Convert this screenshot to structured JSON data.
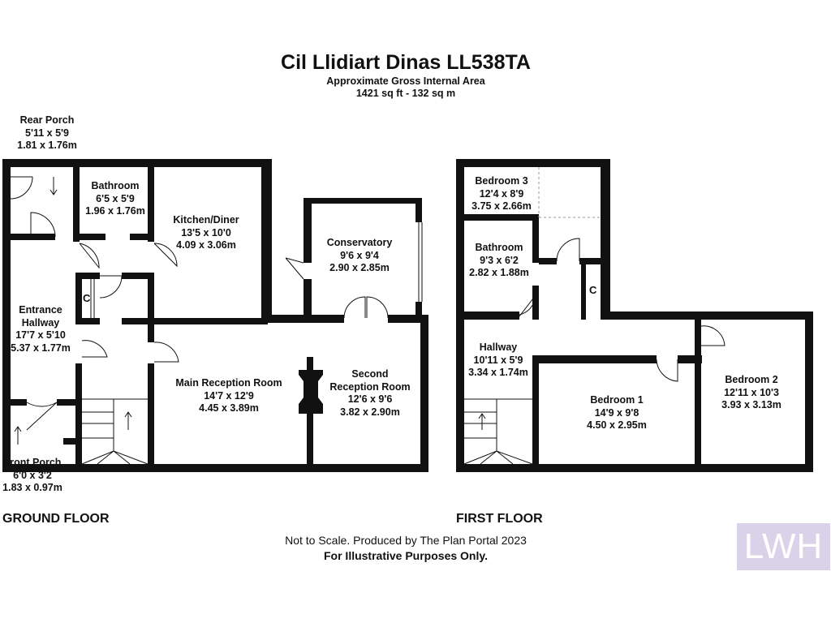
{
  "header": {
    "title": "Cil Llidiart Dinas LL538TA",
    "subtitle": "Approximate Gross Internal Area",
    "area": "1421 sq ft - 132 sq m"
  },
  "ground_floor": {
    "label": "GROUND FLOOR",
    "rooms": {
      "rear_porch": {
        "name": "Rear Porch",
        "imperial": "5'11 x 5'9",
        "metric": "1.81 x 1.76m"
      },
      "bathroom": {
        "name": "Bathroom",
        "imperial": "6'5 x 5'9",
        "metric": "1.96 x 1.76m"
      },
      "kitchen": {
        "name": "Kitchen/Diner",
        "imperial": "13'5 x 10'0",
        "metric": "4.09 x 3.06m"
      },
      "conservatory": {
        "name": "Conservatory",
        "imperial": "9'6 x 9'4",
        "metric": "2.90 x 2.85m"
      },
      "entrance_hallway": {
        "name_1": "Entrance",
        "name_2": "Hallway",
        "imperial": "17'7 x 5'10",
        "metric": "5.37 x 1.77m"
      },
      "main_reception": {
        "name": "Main Reception Room",
        "imperial": "14'7 x 12'9",
        "metric": "4.45 x 3.89m"
      },
      "second_reception": {
        "name_1": "Second",
        "name_2": "Reception Room",
        "imperial": "12'6 x 9'6",
        "metric": "3.82 x 2.90m"
      },
      "front_porch": {
        "name": "Front Porch",
        "imperial": "6'0 x 3'2",
        "metric": "1.83 x 0.97m"
      }
    },
    "cupboard": "C"
  },
  "first_floor": {
    "label": "FIRST FLOOR",
    "rooms": {
      "bedroom3": {
        "name": "Bedroom 3",
        "imperial": "12'4 x 8'9",
        "metric": "3.75 x 2.66m"
      },
      "bathroom": {
        "name": "Bathroom",
        "imperial": "9'3 x 6'2",
        "metric": "2.82 x 1.88m"
      },
      "hallway": {
        "name": "Hallway",
        "imperial": "10'11 x 5'9",
        "metric": "3.34 x 1.74m"
      },
      "bedroom1": {
        "name": "Bedroom 1",
        "imperial": "14'9 x 9'8",
        "metric": "4.50 x 2.95m"
      },
      "bedroom2": {
        "name": "Bedroom 2",
        "imperial": "12'11 x 10'3",
        "metric": "3.93 x 3.13m"
      }
    },
    "cupboard": "C"
  },
  "footer": {
    "note": "Not to Scale. Produced by The Plan Portal 2023",
    "disclaimer": "For Illustrative Purposes Only."
  },
  "logo": {
    "text": "LWH",
    "color": "#d9d2e8"
  }
}
